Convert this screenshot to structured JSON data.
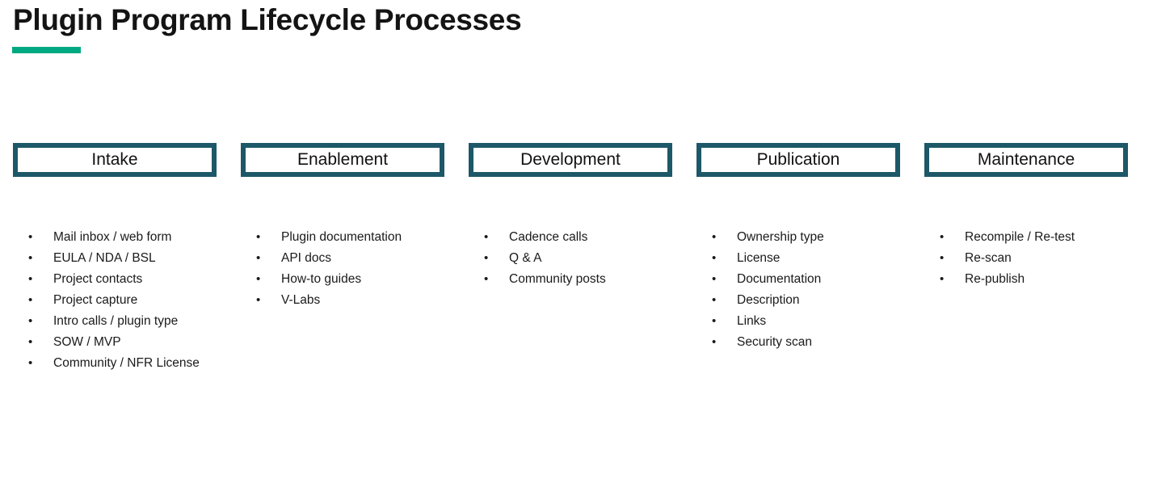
{
  "title": "Plugin Program Lifecycle Processes",
  "bullet_glyph": "•",
  "colors": {
    "accent": "#01A982",
    "box_border": "#1D5868",
    "text": "#1A1A1A",
    "background": "#FFFFFF"
  },
  "columns": [
    {
      "header": "Intake",
      "items": [
        "Mail inbox / web form",
        "EULA / NDA / BSL",
        "Project contacts",
        "Project capture",
        "Intro calls / plugin type",
        "SOW / MVP",
        "Community / NFR License"
      ]
    },
    {
      "header": "Enablement",
      "items": [
        "Plugin documentation",
        "API docs",
        "How-to guides",
        "V-Labs"
      ]
    },
    {
      "header": "Development",
      "items": [
        "Cadence calls",
        "Q & A",
        "Community posts"
      ]
    },
    {
      "header": "Publication",
      "items": [
        "Ownership type",
        "License",
        "Documentation",
        "Description",
        "Links",
        "Security scan"
      ]
    },
    {
      "header": "Maintenance",
      "items": [
        "Recompile / Re-test",
        "Re-scan",
        "Re-publish"
      ]
    }
  ]
}
